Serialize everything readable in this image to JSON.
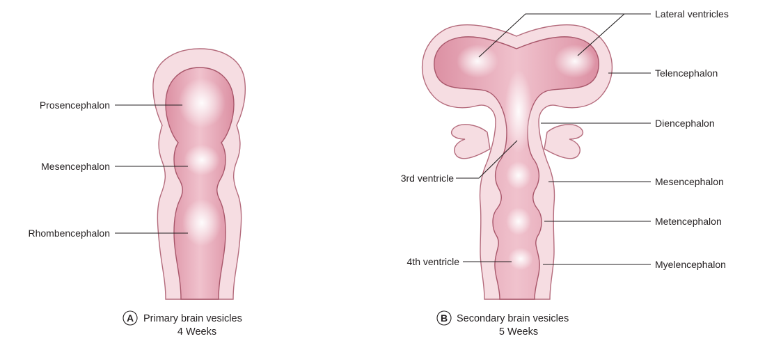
{
  "panels": [
    {
      "letter": "A",
      "title": "Primary brain vesicles",
      "subtitle": "4 Weeks",
      "labels": [
        "Prosencephalon",
        "Mesencephalon",
        "Rhombencephalon"
      ]
    },
    {
      "letter": "B",
      "title": "Secondary brain vesicles",
      "subtitle": "5 Weeks",
      "labels_left": [
        "3rd ventricle",
        "4th ventricle"
      ],
      "labels_right": [
        "Lateral ventricles",
        "Telencephalon",
        "Diencephalon",
        "Mesencephalon",
        "Metencephalon",
        "Myelencephalon"
      ]
    }
  ],
  "colors": {
    "wall_fill": "#f6dde2",
    "wall_stroke": "#b46b7c",
    "lumen_fill": "#e9a9b8",
    "lumen_highlight": "#ffffff",
    "text": "#231f20"
  }
}
